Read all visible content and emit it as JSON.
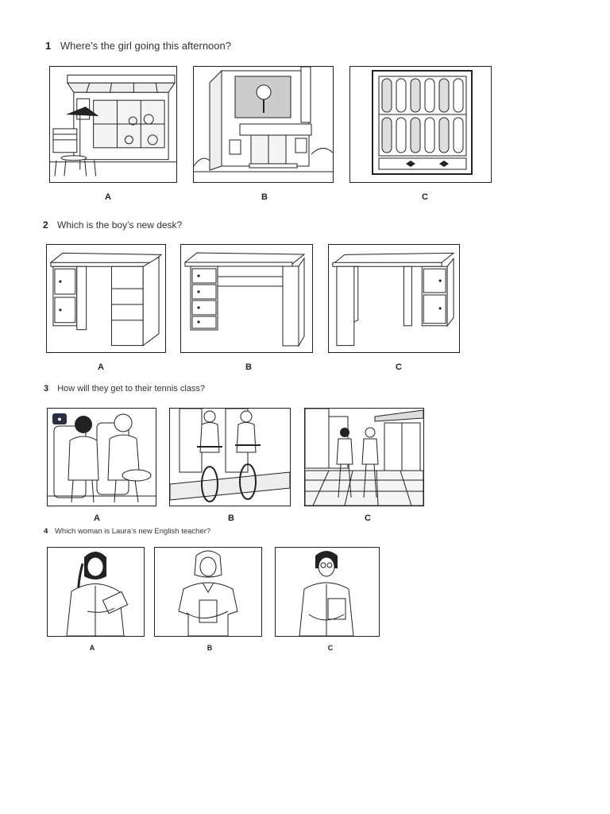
{
  "questions": [
    {
      "number": "1",
      "text": "Where’s the girl going this afternoon?",
      "options": [
        "A",
        "B",
        "C"
      ]
    },
    {
      "number": "2",
      "text": "Which is the boy’s new desk?",
      "options": [
        "A",
        "B",
        "C"
      ]
    },
    {
      "number": "3",
      "text": "How will they get to their tennis class?",
      "options": [
        "A",
        "B",
        "C"
      ]
    },
    {
      "number": "4",
      "text": "Which woman is Laura’s new English teacher?",
      "options": [
        "A",
        "B",
        "C"
      ]
    }
  ],
  "icons": {
    "audio": "audio-icon"
  }
}
